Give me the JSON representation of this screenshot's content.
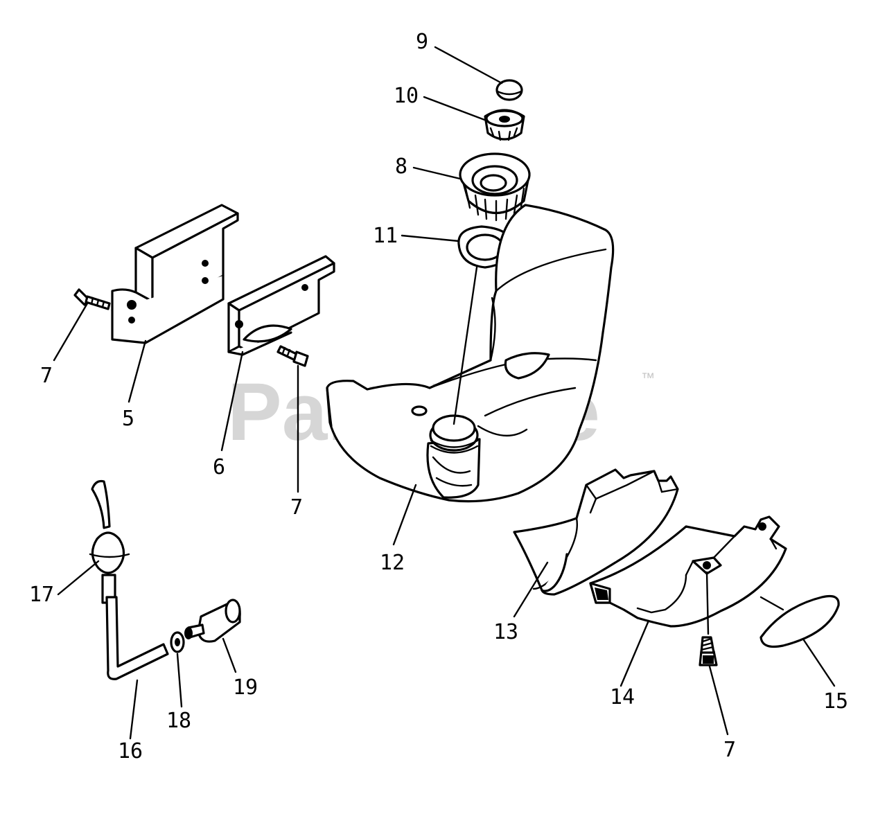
{
  "watermark": {
    "text": "PartsTree",
    "trademark": "™"
  },
  "callouts": {
    "c5": "5",
    "c6": "6",
    "c7a": "7",
    "c7b": "7",
    "c7c": "7",
    "c8": "8",
    "c9": "9",
    "c10": "10",
    "c11": "11",
    "c12": "12",
    "c13": "13",
    "c14": "14",
    "c15": "15",
    "c16": "16",
    "c17": "17",
    "c18": "18",
    "c19": "19"
  }
}
